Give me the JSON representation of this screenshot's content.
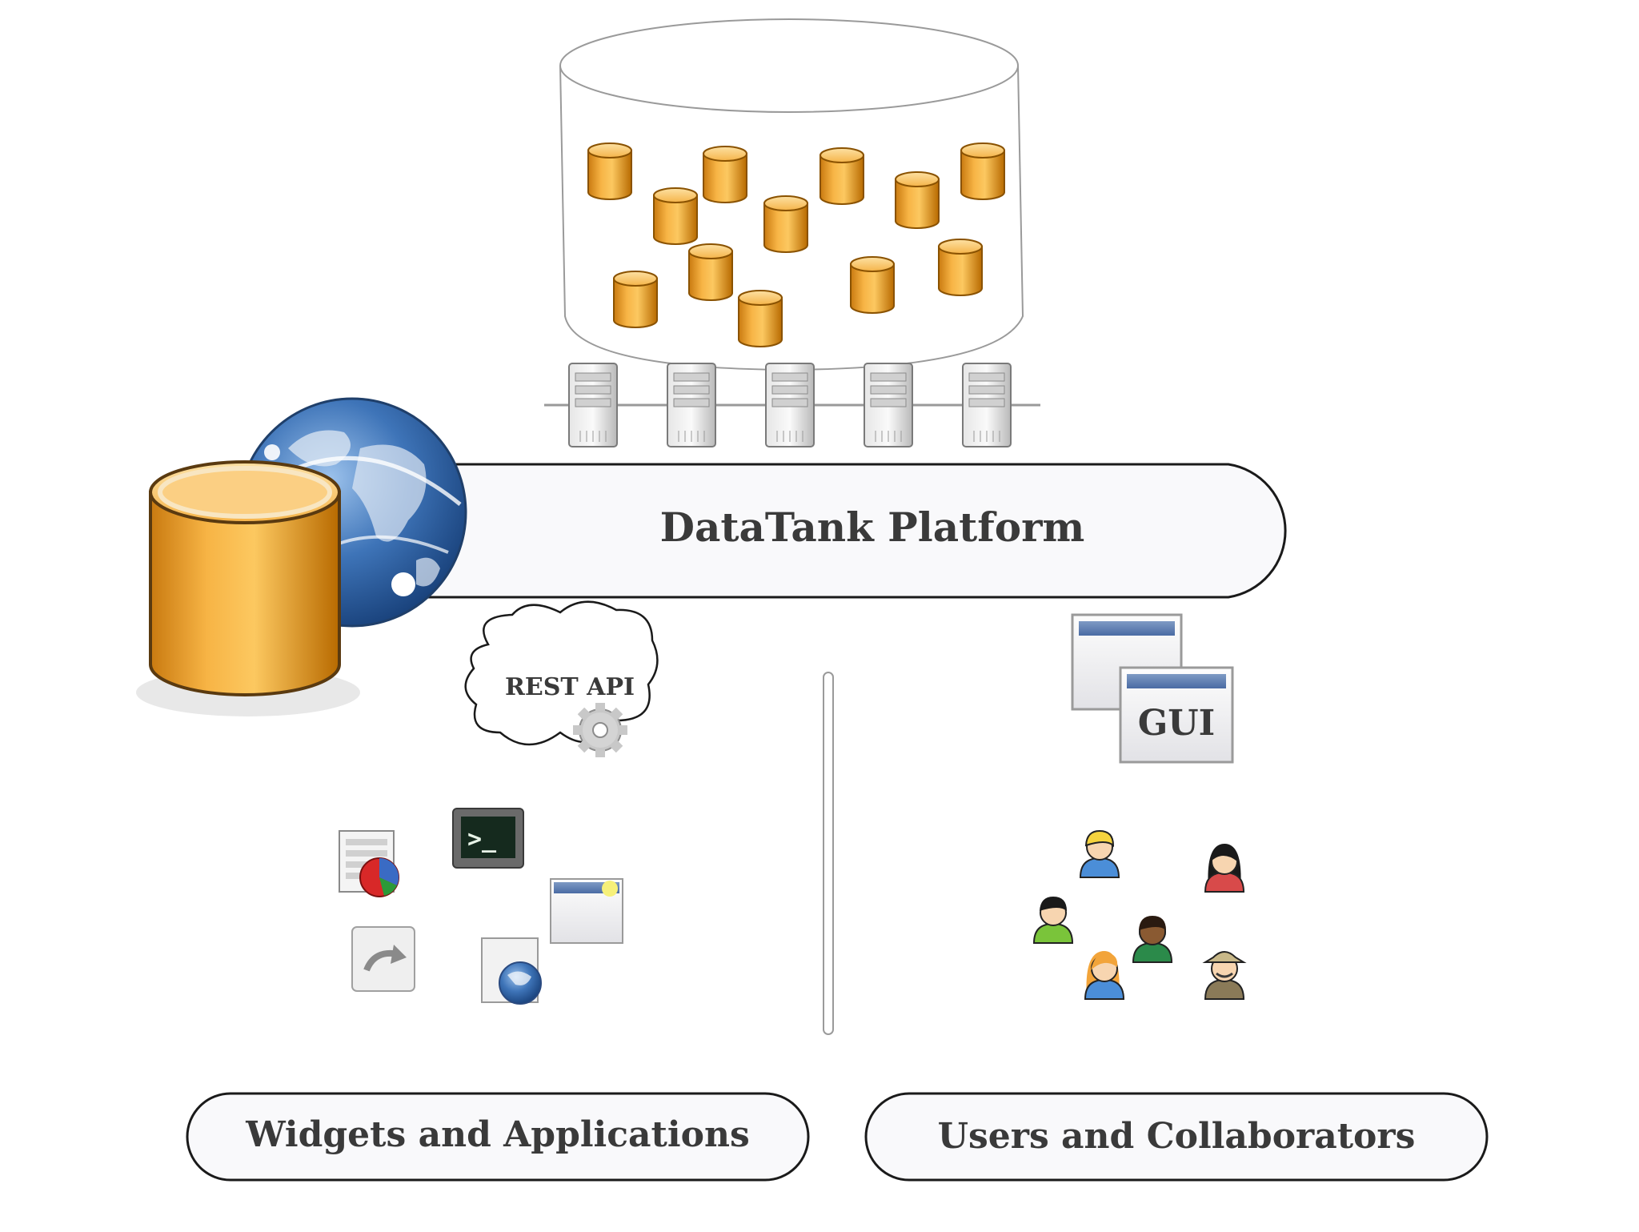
{
  "diagram": {
    "platform": {
      "label": "DataTank Platform"
    },
    "rest_api": {
      "label": "REST API"
    },
    "gui": {
      "label": "GUI"
    },
    "left_panel": {
      "label": "Widgets and Applications"
    },
    "right_panel": {
      "label": "Users and Collaborators"
    },
    "datasets": {
      "icon": "database-cylinder-icon",
      "count": 13
    },
    "servers": {
      "icon": "server-icon",
      "count": 5
    },
    "widgets": [
      {
        "icon": "spreadsheet-chart-icon"
      },
      {
        "icon": "terminal-icon"
      },
      {
        "icon": "window-icon"
      },
      {
        "icon": "redirect-icon"
      },
      {
        "icon": "web-document-icon"
      }
    ],
    "users": [
      {
        "icon": "user-blonde-icon"
      },
      {
        "icon": "user-dark-hair-woman-icon"
      },
      {
        "icon": "user-green-icon"
      },
      {
        "icon": "user-brown-icon"
      },
      {
        "icon": "user-blonde-woman-icon"
      },
      {
        "icon": "user-hat-icon"
      }
    ],
    "colors": {
      "db_orange": "#f0a030",
      "db_orange_dark": "#c47200",
      "globe_blue": "#3569a8",
      "outline": "#1a1a1a",
      "text": "#3a3a3a"
    }
  }
}
